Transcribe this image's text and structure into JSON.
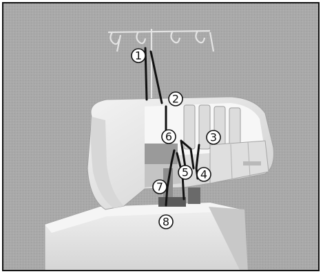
{
  "diagram": {
    "callouts": [
      {
        "id": "1",
        "label": "①"
      },
      {
        "id": "2",
        "label": "②"
      },
      {
        "id": "3",
        "label": "③"
      },
      {
        "id": "4",
        "label": "④"
      },
      {
        "id": "5",
        "label": "⑤"
      },
      {
        "id": "6",
        "label": "⑥"
      },
      {
        "id": "7",
        "label": "⑦"
      },
      {
        "id": "8",
        "label": "⑧"
      }
    ]
  },
  "colors": {
    "background": "#a8a8a8",
    "machine_body": "#e9e9e9",
    "machine_shadow": "#bdbdbd",
    "thread": "#111111",
    "callout_fill": "#ffffff"
  }
}
